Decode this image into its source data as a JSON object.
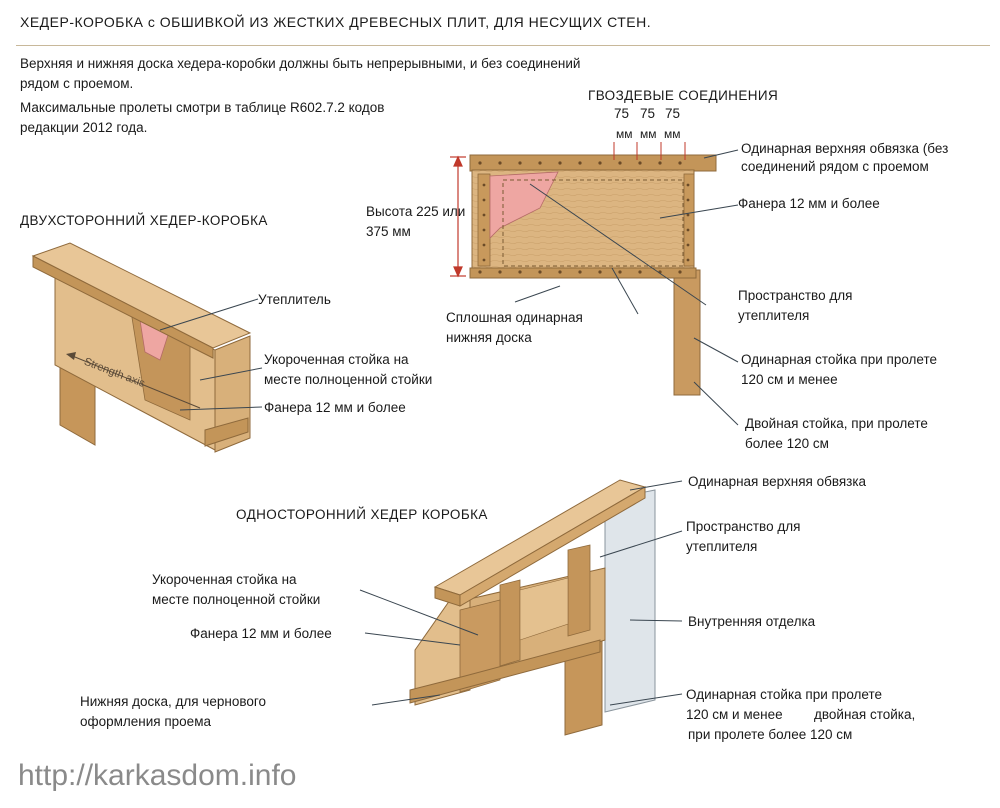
{
  "title": "ХЕДЕР-КОРОБКА с ОБШИВКОЙ ИЗ ЖЕСТКИХ ДРЕВЕСНЫХ ПЛИТ, ДЛЯ НЕСУЩИХ СТЕН.",
  "intro": {
    "line1": "Верхняя и нижняя доска хедера-коробки должны быть непрерывными, и без соединений",
    "line2": "рядом с проемом.",
    "line3": "Максимальные пролеты смотри в таблице R602.7.2 кодов",
    "line4": "редакции 2012 года."
  },
  "nailing": {
    "title": "ГВОЗДЕВЫЕ СОЕДИНЕНИЯ",
    "spacing": [
      "75",
      "75",
      "75"
    ],
    "unit": "мм"
  },
  "section": {
    "height_label_1": "Высота 225 или",
    "height_label_2": "375 мм",
    "top_plate_1": "Одинарная верхняя обвязка (без",
    "top_plate_2": "соединений рядом с проемом",
    "plywood": "Фанера 12 мм  и более",
    "insulation_space_1": "Пространство для",
    "insulation_space_2": "утеплителя",
    "bottom_board_1": "Сплошная одинарная",
    "bottom_board_2": "нижняя доска",
    "single_stud_1": "Одинарная стойка при пролете",
    "single_stud_2": "120 см и менее",
    "double_stud_1": "Двойная стойка, при пролете",
    "double_stud_2": "более 120 см"
  },
  "double_sided": {
    "title": "ДВУХСТОРОННИЙ ХЕДЕР-КОРОБКА",
    "insulation": "Утеплитель",
    "cripple_1": "Укороченная стойка на",
    "cripple_2": "месте полноценной стойки",
    "plywood": "Фанера 12 мм и более",
    "strength_axis": "Strength axis"
  },
  "single_sided": {
    "title": "ОДНОСТОРОННИЙ ХЕДЕР КОРОБКА",
    "top_plate": "Одинарная верхняя обвязка",
    "insulation_space_1": "Пространство для",
    "insulation_space_2": "утеплителя",
    "interior_finish": "Внутренняя отделка",
    "cripple_1": "Укороченная стойка на",
    "cripple_2": "месте полноценной стойки",
    "plywood": "Фанера 12 мм и более",
    "bottom_board_1": "Нижняя доска, для чернового",
    "bottom_board_2": "оформления проема",
    "stud_1": "Одинарная стойка при пролете",
    "stud_2": "120 см и менее",
    "stud_2b": "двойная стойка,",
    "stud_3": "при пролете более 120 см"
  },
  "url": "http://karkasdom.info",
  "colors": {
    "wood_light": "#e6c79a",
    "wood": "#d4ab74",
    "wood_dark": "#a9814e",
    "insulation": "#eea6a2",
    "drywall": "#dfe5ea",
    "leader": "#3a4650",
    "dimension": "#c0392b"
  }
}
